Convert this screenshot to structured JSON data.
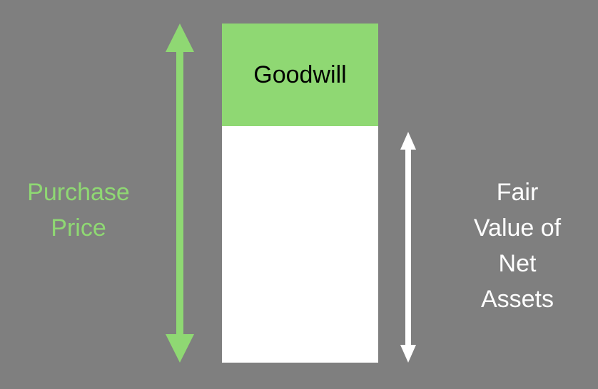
{
  "diagram": {
    "blocks": [
      {
        "label": "Goodwill",
        "color": "#8fd873"
      },
      {
        "label": "",
        "color": "#ffffff"
      }
    ],
    "left_label": {
      "line1": "Purchase",
      "line2": "Price",
      "color": "#8fd873"
    },
    "right_label": {
      "line1": "Fair",
      "line2": "Value of",
      "line3": "Net",
      "line4": "Assets",
      "color": "#ffffff"
    },
    "background": "#7f7f7f"
  }
}
